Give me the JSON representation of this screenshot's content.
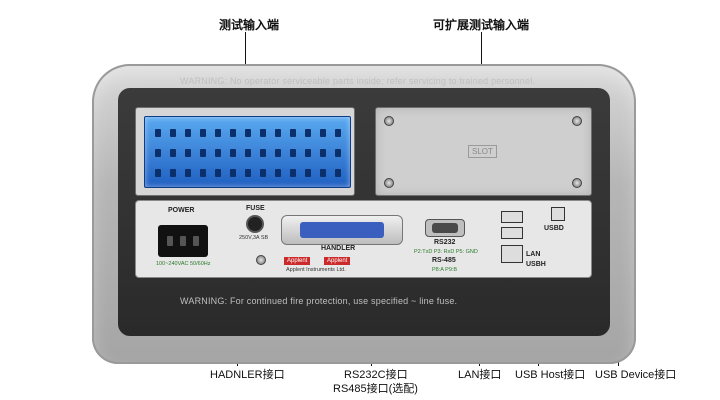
{
  "callouts": {
    "test_input": "测试输入端",
    "expand_input": "可扩展测试输入端",
    "handler_port": "HADNLER接口",
    "rs232_port": "RS232C接口",
    "rs485_port": "RS485接口(选配)",
    "lan_port": "LAN接口",
    "usb_host_port": "USB Host接口",
    "usb_device_port": "USB Device接口"
  },
  "device": {
    "warning_top": "WARNING: No operator serviceable parts inside; refer servicing to trained personnel.",
    "warning_bottom": "WARNING: For continued fire protection, use specified ~ line fuse.",
    "slot_label": "SLOT",
    "power_label": "POWER",
    "fuse_label": "FUSE",
    "fuse_rating": "250V,3A SB",
    "voltage": "100~240VAC 50/60Hz",
    "handler_label": "HANDLER",
    "rs232_label": "RS232",
    "rs232_pins": "P2:TxD P3: RxD P5: GND",
    "rs485_label": "RS-485",
    "rs485_pins": "P8:A P9:B",
    "usbd_label": "USBD",
    "lan_label": "LAN",
    "usbh_label": "USBH",
    "brand1": "Applent",
    "brand2": "Applent",
    "company": "Applent Instruments Ltd."
  },
  "colors": {
    "terminal_blue": "#1f5fc1",
    "green_text": "#2a7a2a",
    "brand_red": "#cc2a2a"
  }
}
